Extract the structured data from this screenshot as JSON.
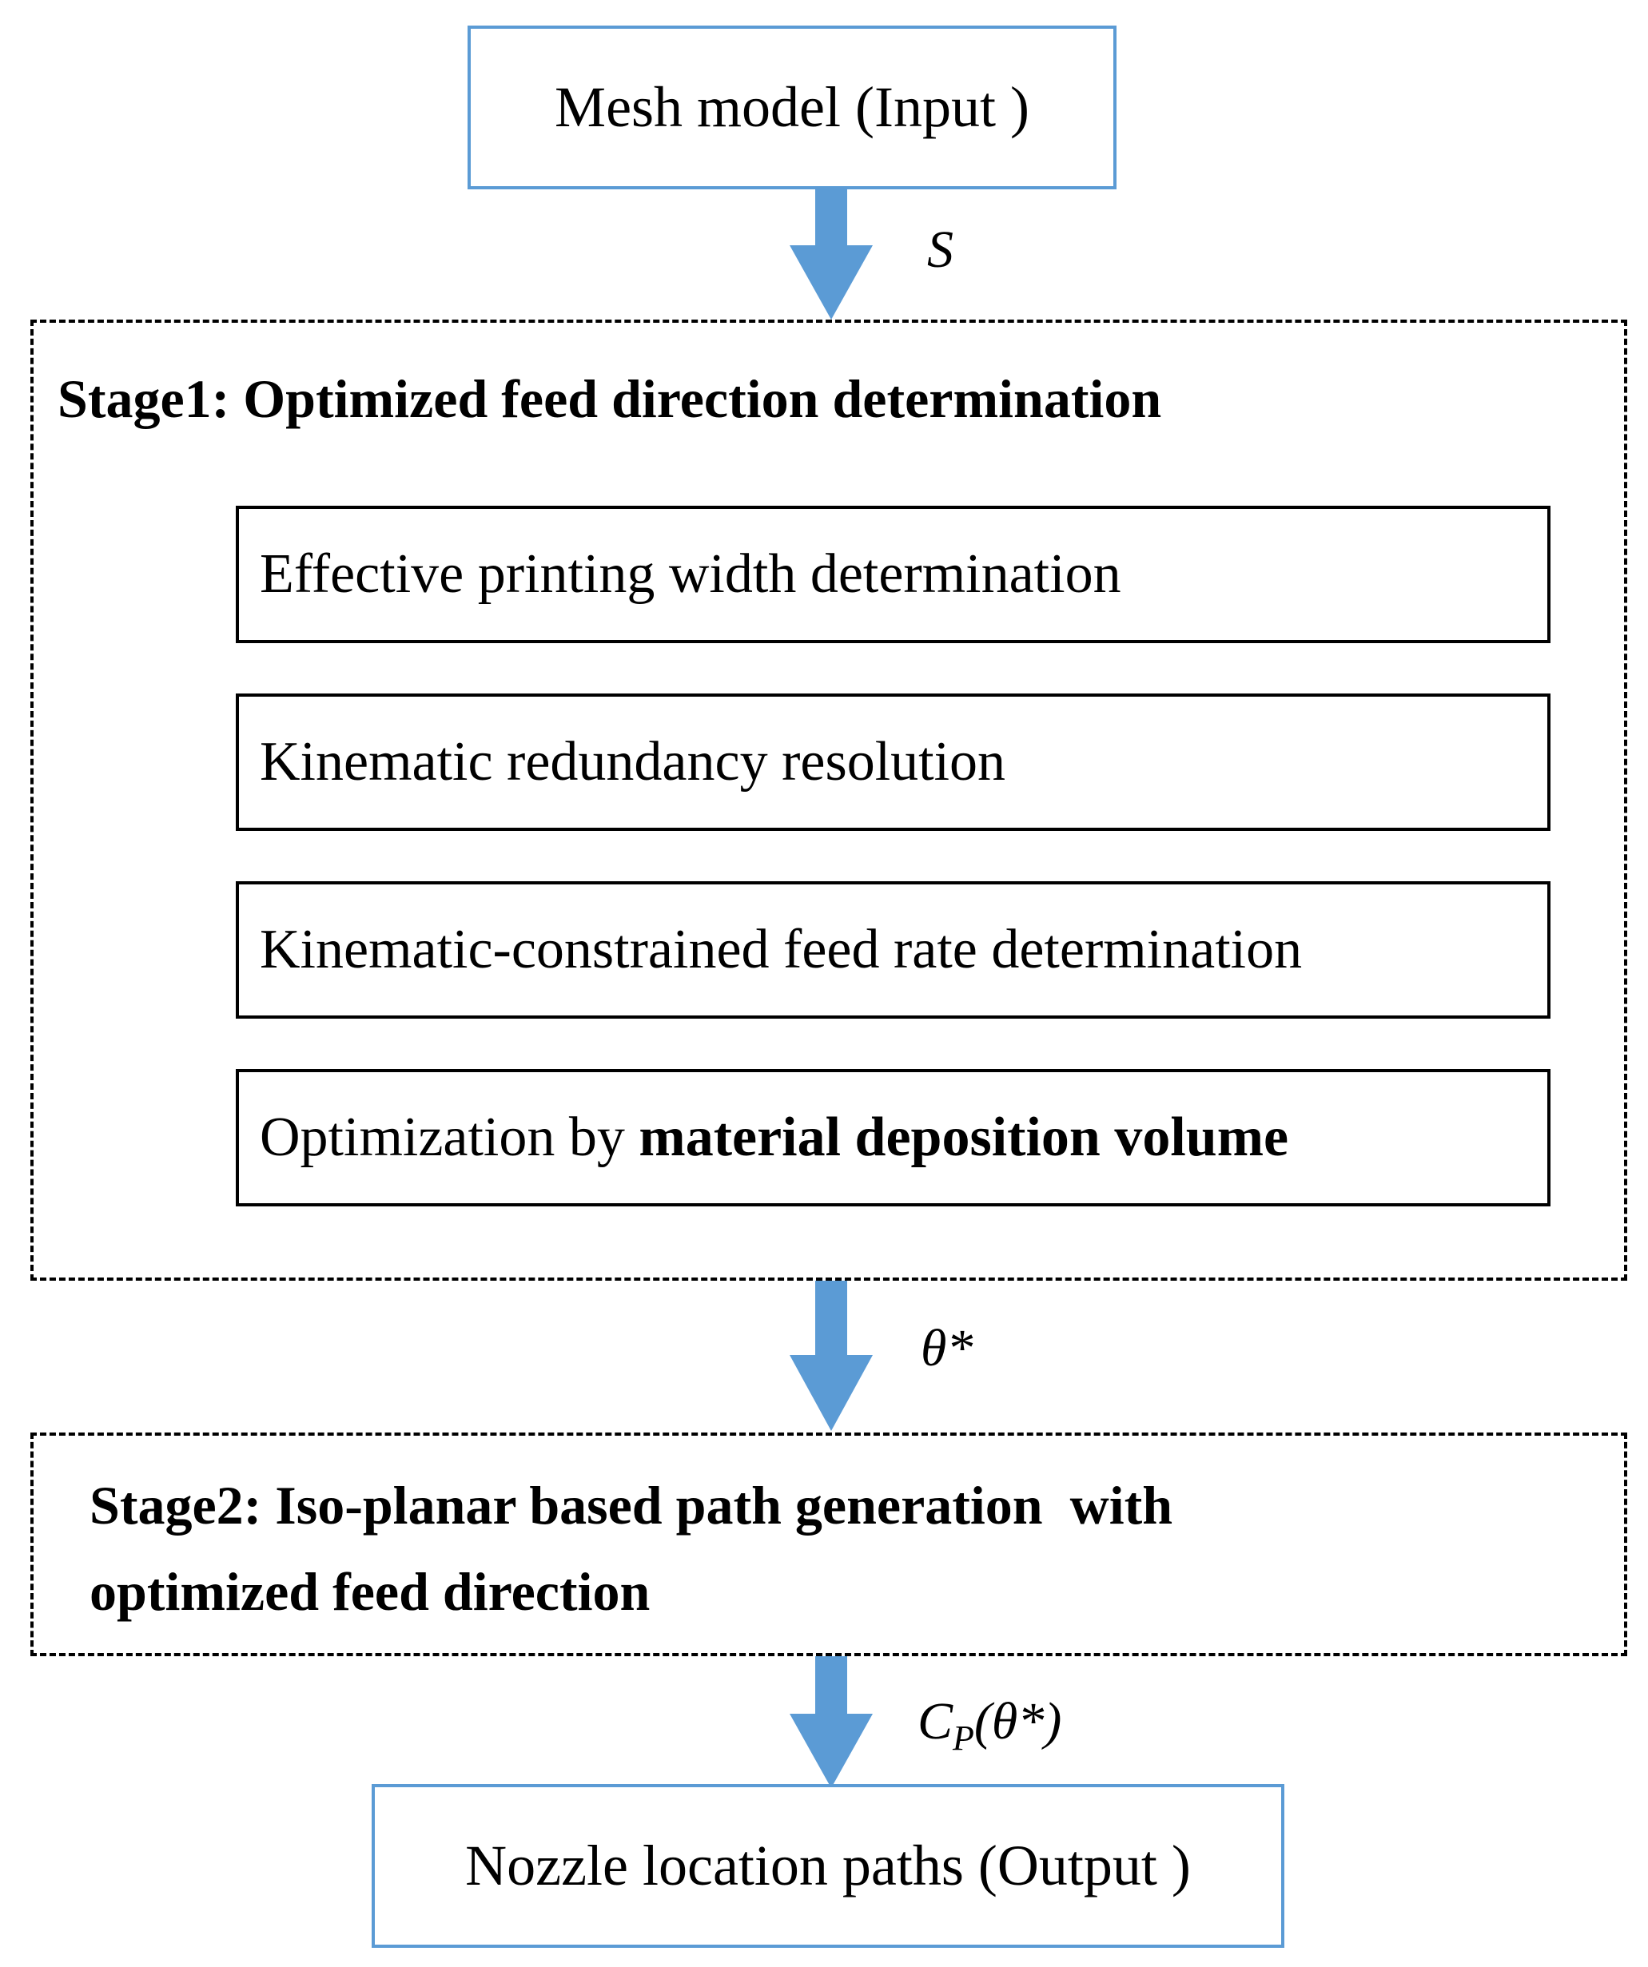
{
  "input_box": {
    "label": "Mesh model (Input )"
  },
  "arrow1": {
    "label": "S"
  },
  "stage1": {
    "title": "Stage1: Optimized feed direction determination",
    "steps": [
      "Effective printing width determination",
      "Kinematic redundancy resolution",
      "Kinematic-constrained feed rate determination"
    ],
    "last_step_prefix": "Optimization by ",
    "last_step_bold": "material deposition volume"
  },
  "arrow2": {
    "label": "θ*"
  },
  "stage2": {
    "title_line1": "Stage2: Iso-planar based path generation  with",
    "title_line2": "optimized feed direction"
  },
  "arrow3": {
    "label_main": "C",
    "label_sub": "P",
    "label_rest": "(θ*)"
  },
  "output_box": {
    "label": "Nozzle location paths (Output )"
  },
  "colors": {
    "accent": "#5b9bd5",
    "border": "#000000"
  }
}
